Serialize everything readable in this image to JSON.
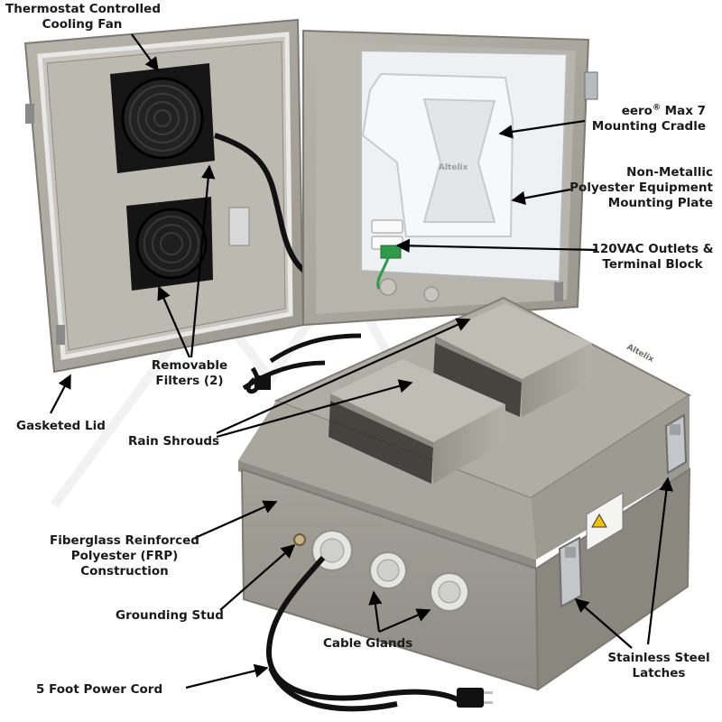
{
  "labels": {
    "cooling_fan": [
      "Thermostat Controlled",
      "Cooling Fan"
    ],
    "eero_cradle": {
      "brand": "eero",
      "mark": "®",
      "rest": " Max 7",
      "line2": "Mounting Cradle"
    },
    "mounting_plate": [
      "Non-Metallic",
      "Polyester Equipment",
      "Mounting Plate"
    ],
    "outlets": [
      "120VAC Outlets &",
      "Terminal Block"
    ],
    "filters": [
      "Removable",
      "Filters (2)"
    ],
    "gasketed_lid": [
      "Gasketed Lid"
    ],
    "rain_shrouds": [
      "Rain Shrouds"
    ],
    "frp": [
      "Fiberglass Reinforced",
      "Polyester (FRP)",
      "Construction"
    ],
    "grounding_stud": [
      "Grounding Stud"
    ],
    "cable_glands": [
      "Cable Glands"
    ],
    "latches": [
      "Stainless Steel",
      "Latches"
    ],
    "power_cord": [
      "5 Foot Power Cord"
    ]
  },
  "brand_marks": {
    "plate_logo": "Altelix",
    "lid_logo": "Altelix",
    "watermark": "Altelix"
  },
  "colors": {
    "enclosure_gray": "#a9a69e",
    "enclosure_dark": "#8d8a83",
    "panel_white": "#eef0f2",
    "fan_black": "#151515",
    "cable_black": "#111111",
    "arrow": "#000000",
    "steel": "#b9bcbf",
    "terminal_green": "#2e9a4a"
  }
}
